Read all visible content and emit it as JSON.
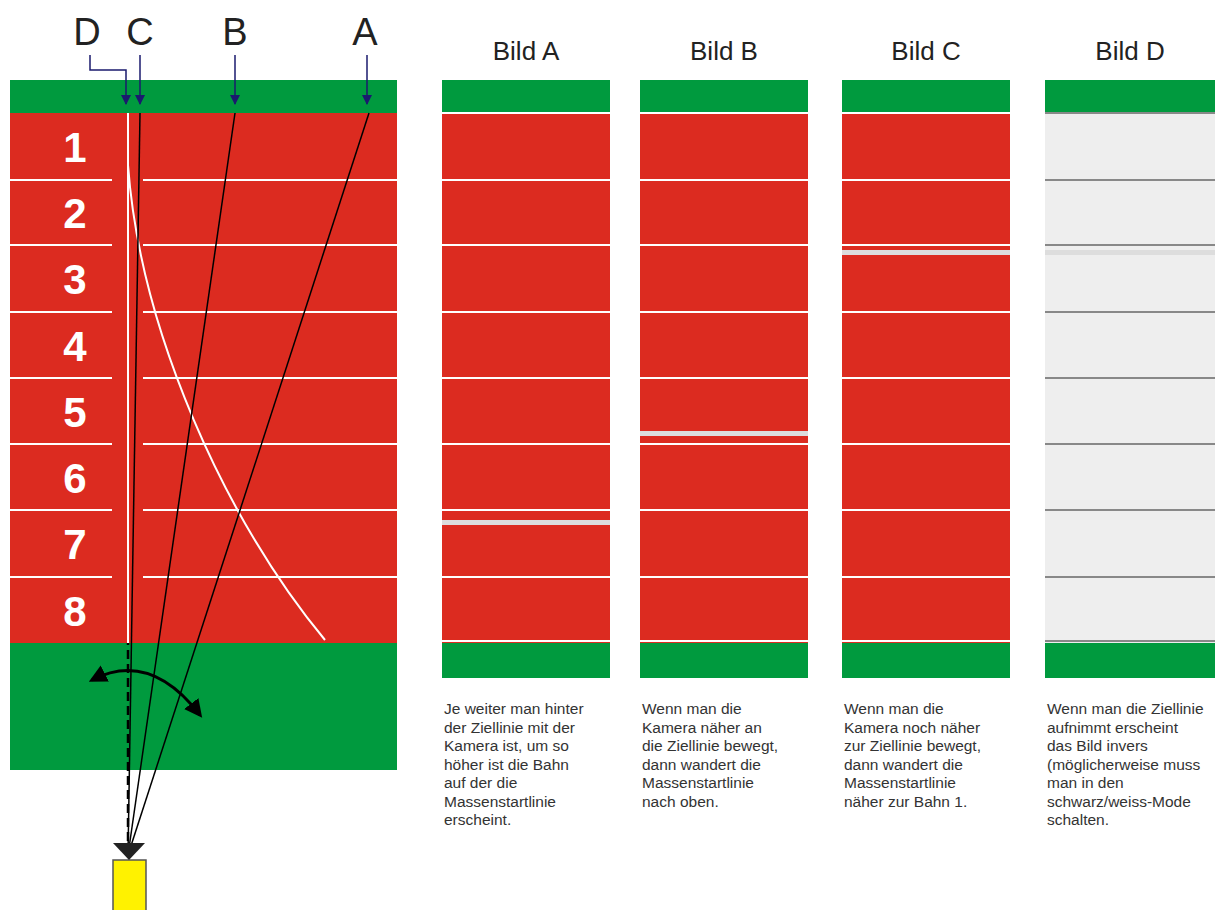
{
  "diagram": {
    "nodes": [
      {
        "text": [
          "Bild A",
          "Je weiter man hinter der Ziellinie mit der Kamera ist, um so höher ist die Bahn auf der die Massenstartlinie erscheint."
        ]
      },
      {
        "text": [
          "Bild B",
          "Wenn man die Kamera näher an die Ziellinie bewegt, dann wandert die Massenstartlinie nach oben."
        ]
      },
      {
        "text": [
          "Bild C",
          "Wenn man die Kamera noch näher zur Ziellinie bewegt, dann wandert die Massenstartlinie näher zur Bahn 1."
        ]
      },
      {
        "text": [
          "Bild D",
          "Wenn man die Ziellinie aufnimmt erscheint das Bild invers (möglicherweise muss man in den schwarz/weiss-Mode schalten."
        ]
      }
    ],
    "labels": [
      "D",
      "C",
      "B",
      "A",
      "1",
      "2",
      "3",
      "4",
      "5",
      "6",
      "7",
      "8"
    ]
  }
}
